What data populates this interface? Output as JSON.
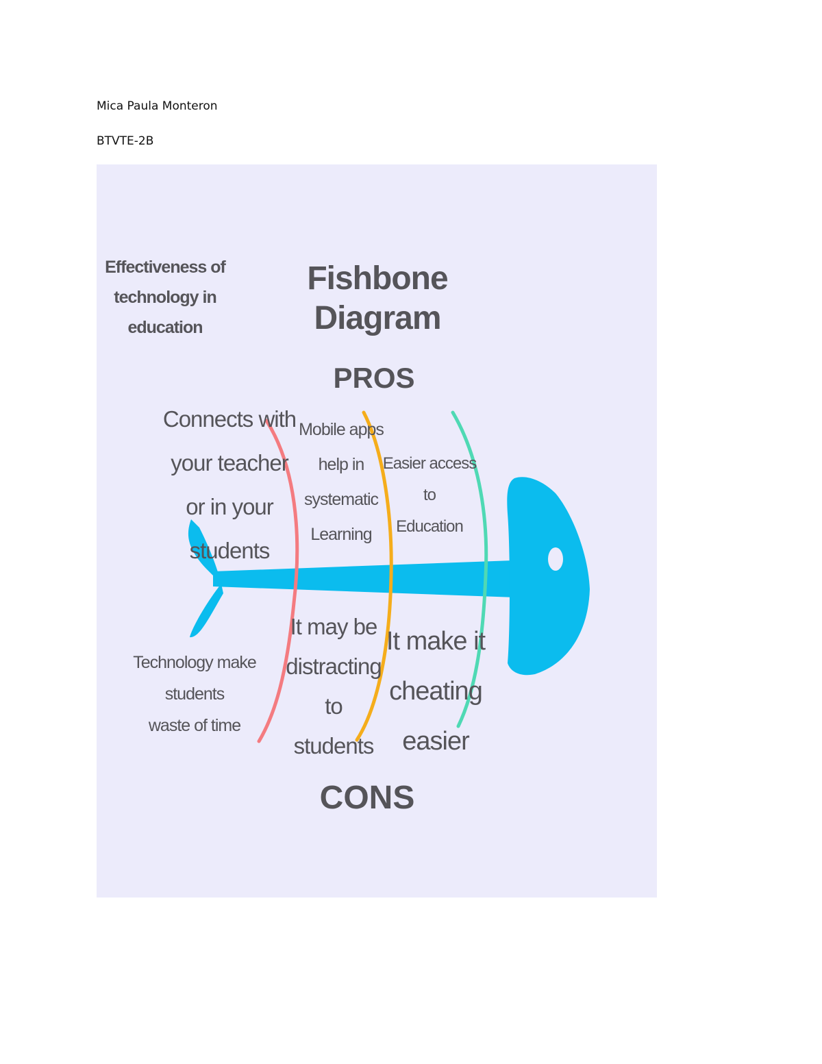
{
  "document": {
    "author": "Mica Paula Monteron",
    "section": "BTVTE-2B"
  },
  "diagram": {
    "title": "Fishbone Diagram",
    "topic": "Effectiveness of\ntechnology in\neducation",
    "pros_heading": "PROS",
    "cons_heading": "CONS",
    "pros": [
      "Connects with\nyour teacher\nor in your\nstudents",
      "Mobile apps\nhelp in\nsystematic\nLearning",
      "Easier access to\nEducation"
    ],
    "cons": [
      "Technology make students\nwaste of time",
      "It may be\ndistracting to\nstudents",
      "It make it\ncheating\neasier"
    ],
    "colors": {
      "background": "#ecebfb",
      "fish": "#0bbcee",
      "bone_1": "#f47b80",
      "bone_2": "#f5ad1b",
      "bone_3": "#4fd9b4",
      "text": "#555459"
    }
  }
}
